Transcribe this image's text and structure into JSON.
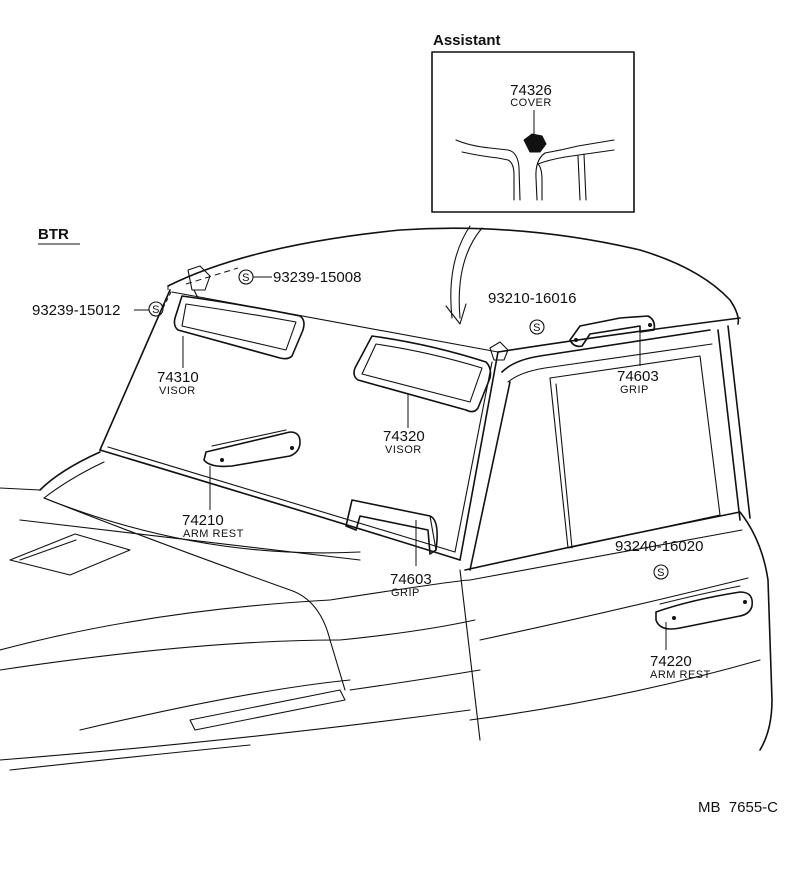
{
  "header": {
    "variant": "BTR",
    "inset_title": "Assistant"
  },
  "callouts": {
    "cover": {
      "part": "74326",
      "name": "COVER"
    },
    "screw_15008": {
      "symbol": "S",
      "part": "93239-15008"
    },
    "screw_15012": {
      "symbol": "S",
      "part": "93239-15012"
    },
    "screw_16016": {
      "symbol": "S",
      "part": "93210-16016"
    },
    "screw_16020": {
      "symbol": "S",
      "part": "93240-16020"
    },
    "visor_left": {
      "part": "74310",
      "name": "VISOR"
    },
    "visor_right": {
      "part": "74320",
      "name": "VISOR"
    },
    "grip_upper": {
      "part": "74603",
      "name": "GRIP"
    },
    "grip_lower": {
      "part": "74603",
      "name": "GRIP"
    },
    "armrest_front": {
      "part": "74210",
      "name": "ARM REST"
    },
    "armrest_door": {
      "part": "74220",
      "name": "ARM REST"
    }
  },
  "footer": {
    "code": "MB  7655-C"
  }
}
